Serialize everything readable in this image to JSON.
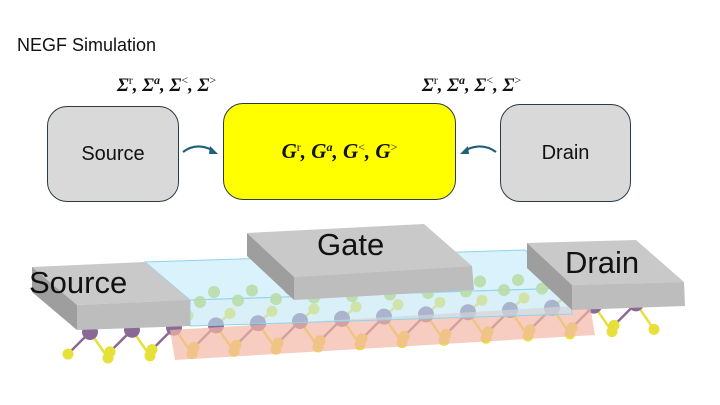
{
  "title": "NEGF Simulation",
  "self_energy_left": {
    "base": "Σ",
    "items": [
      {
        "sup": "r",
        "sup_italic": false
      },
      {
        "sup": "a",
        "sup_italic": true
      },
      {
        "sup": "<",
        "sup_italic": false
      },
      {
        "sup": ">",
        "sup_italic": false
      }
    ]
  },
  "self_energy_right": {
    "base": "Σ",
    "items": [
      {
        "sup": "r",
        "sup_italic": false
      },
      {
        "sup": "a",
        "sup_italic": true
      },
      {
        "sup": "<",
        "sup_italic": false
      },
      {
        "sup": ">",
        "sup_italic": false
      }
    ]
  },
  "boxes": {
    "source": "Source",
    "drain": "Drain",
    "greens": {
      "base": "G",
      "items": [
        {
          "sup": "r",
          "sup_italic": false
        },
        {
          "sup": "a",
          "sup_italic": true
        },
        {
          "sup": "<",
          "sup_italic": false
        },
        {
          "sup": ">",
          "sup_italic": false
        }
      ]
    }
  },
  "device": {
    "source": "Source",
    "gate": "Gate",
    "drain": "Drain"
  },
  "colors": {
    "lead_box": "#d9d9d9",
    "center_box": "#ffff00",
    "arrow": "#1f5f7a",
    "contact": "#c8c8c8",
    "dielectric": "#bfe6f5",
    "metal_atom": "#8a6a94",
    "chalcogen_atom": "#e8e03a",
    "channel_highlight": "#f3b8a6"
  }
}
